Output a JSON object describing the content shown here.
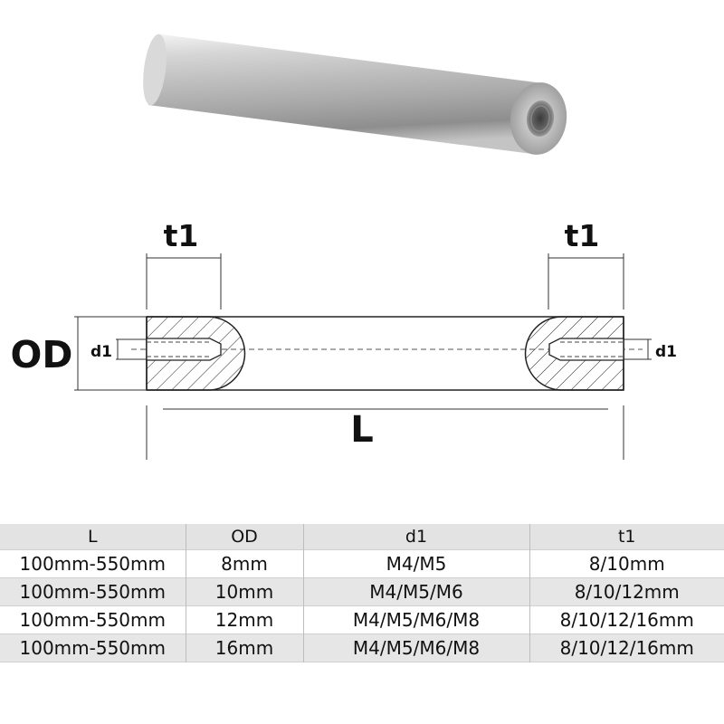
{
  "drawing": {
    "labels": {
      "t1_left": "t1",
      "t1_right": "t1",
      "od": "OD",
      "d1_left": "d1",
      "d1_right": "d1",
      "length": "L"
    }
  },
  "table": {
    "columns": [
      "L",
      "OD",
      "d1",
      "t1"
    ],
    "rows": [
      [
        "100mm-550mm",
        "8mm",
        "M4/M5",
        "8/10mm"
      ],
      [
        "100mm-550mm",
        "10mm",
        "M4/M5/M6",
        "8/10/12mm"
      ],
      [
        "100mm-550mm",
        "12mm",
        "M4/M5/M6/M8",
        "8/10/12/16mm"
      ],
      [
        "100mm-550mm",
        "16mm",
        "M4/M5/M6/M8",
        "8/10/12/16mm"
      ]
    ]
  }
}
